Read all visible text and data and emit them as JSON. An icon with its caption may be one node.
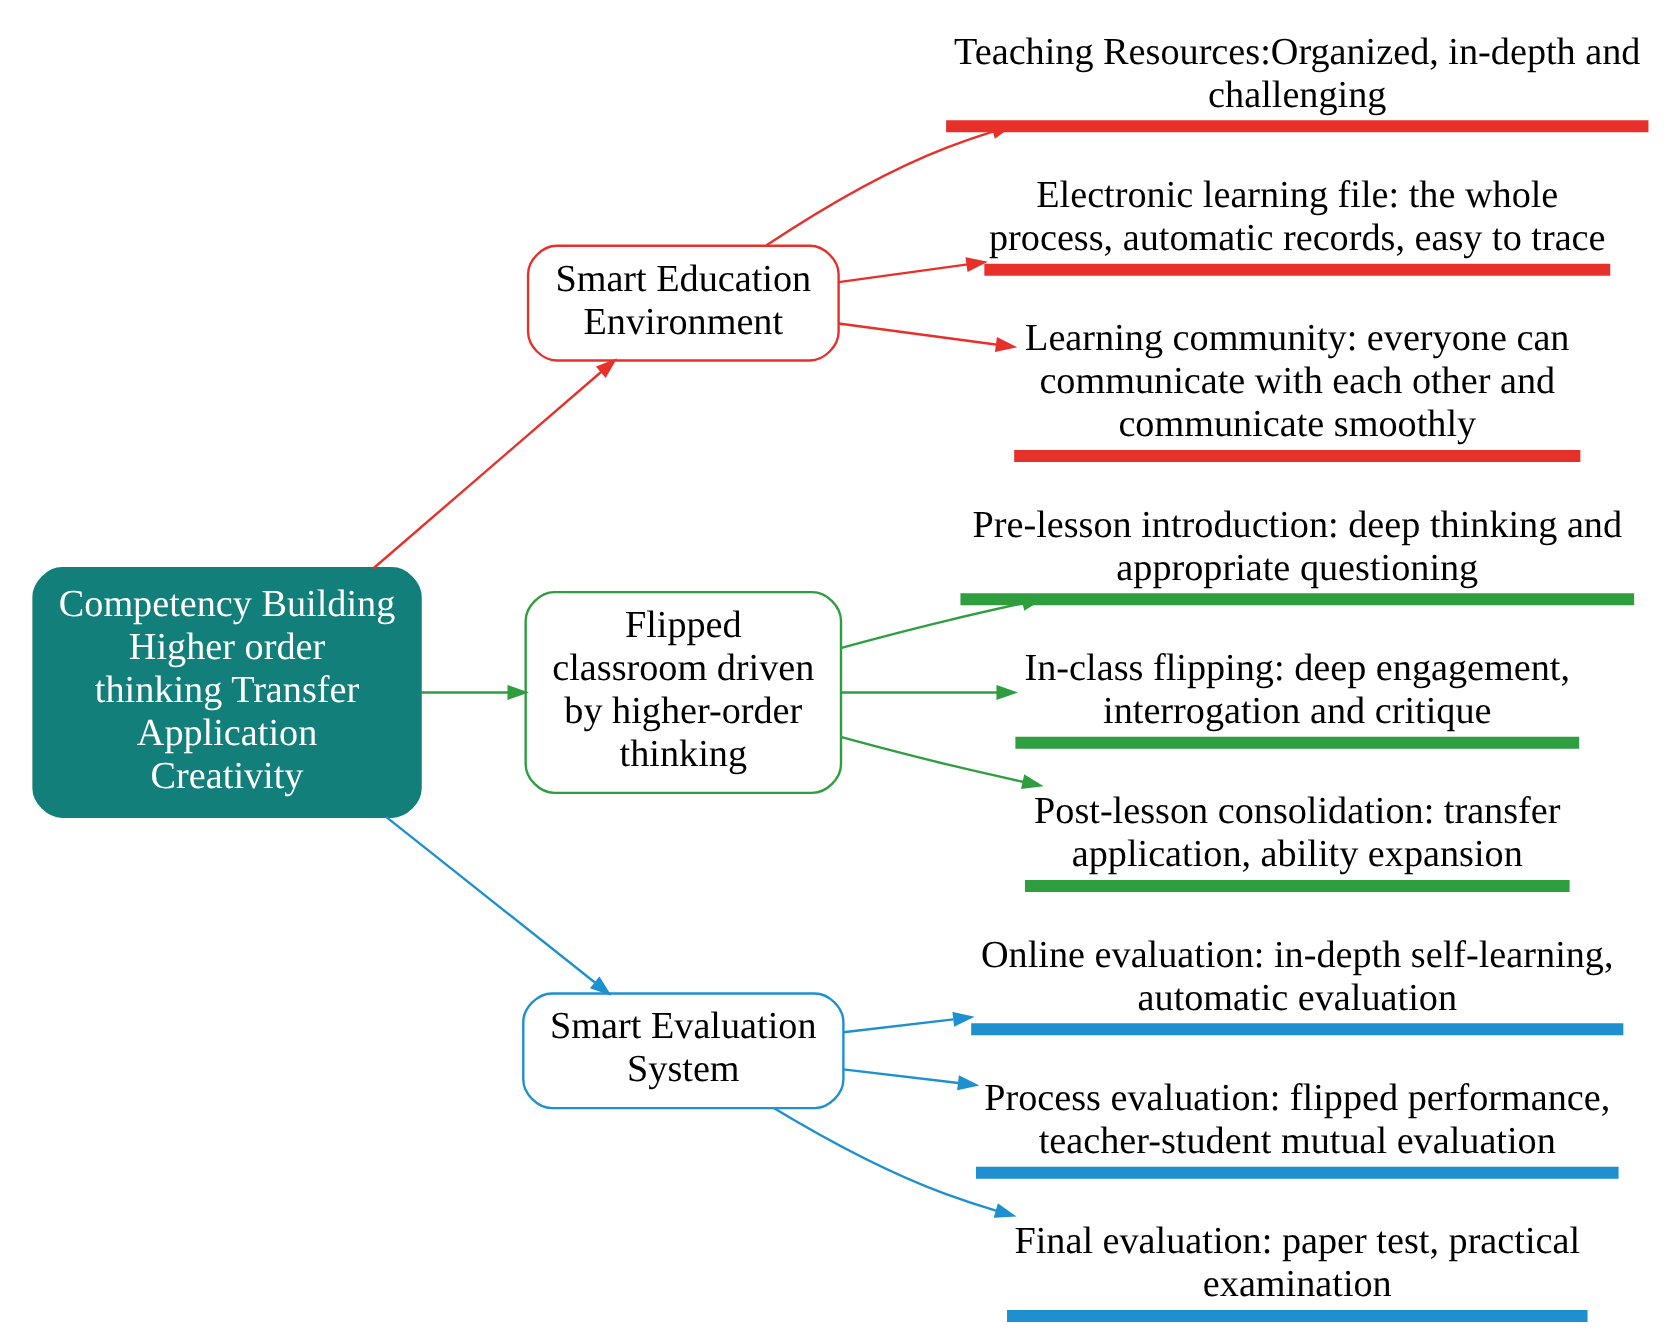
{
  "diagram": {
    "nodes": [
      {
        "text": [
          "Competency Building Higher order thinking Transfer Application Creativity"
        ]
      },
      {
        "text": [
          "Smart Education Environment"
        ]
      },
      {
        "text": [
          "Teaching Resources:Organized, in-depth and challenging"
        ]
      },
      {
        "text": [
          "Electronic learning file: the whole process, automatic records, easy to trace"
        ]
      },
      {
        "text": [
          "Learning community: everyone can communicate with each other and communicate smoothly"
        ]
      },
      {
        "text": [
          "Flipped classroom driven by higher-order thinking"
        ]
      },
      {
        "text": [
          "Pre-lesson introduction: deep thinking and appropriate questioning"
        ]
      },
      {
        "text": [
          "In-class flipping: deep engagement, interrogation and critique"
        ]
      },
      {
        "text": [
          "Post-lesson consolidation: transfer application, ability expansion"
        ]
      },
      {
        "text": [
          "Smart Evaluation System"
        ]
      },
      {
        "text": [
          "Online evaluation: in-depth self-learning, automatic evaluation"
        ]
      },
      {
        "text": [
          "Process evaluation: flipped performance, teacher-student mutual evaluation"
        ]
      },
      {
        "text": [
          "Final evaluation: paper test, practical examination"
        ]
      }
    ],
    "edges": [
      {
        "from": 0,
        "to": 1,
        "arrow": "to",
        "color": "#e8302a"
      },
      {
        "from": 1,
        "to": 2,
        "arrow": "to",
        "color": "#e8302a"
      },
      {
        "from": 1,
        "to": 3,
        "arrow": "to",
        "color": "#e8302a"
      },
      {
        "from": 1,
        "to": 4,
        "arrow": "to",
        "color": "#e8302a"
      },
      {
        "from": 0,
        "to": 5,
        "arrow": "to",
        "color": "#2e9e3e"
      },
      {
        "from": 5,
        "to": 6,
        "arrow": "to",
        "color": "#2e9e3e"
      },
      {
        "from": 5,
        "to": 7,
        "arrow": "to",
        "color": "#2e9e3e"
      },
      {
        "from": 5,
        "to": 8,
        "arrow": "to",
        "color": "#2e9e3e"
      },
      {
        "from": 0,
        "to": 9,
        "arrow": "to",
        "color": "#1e90d0"
      },
      {
        "from": 9,
        "to": 10,
        "arrow": "to",
        "color": "#1e90d0"
      },
      {
        "from": 9,
        "to": 11,
        "arrow": "to",
        "color": "#1e90d0"
      },
      {
        "from": 9,
        "to": 12,
        "arrow": "to",
        "color": "#1e90d0"
      }
    ]
  }
}
